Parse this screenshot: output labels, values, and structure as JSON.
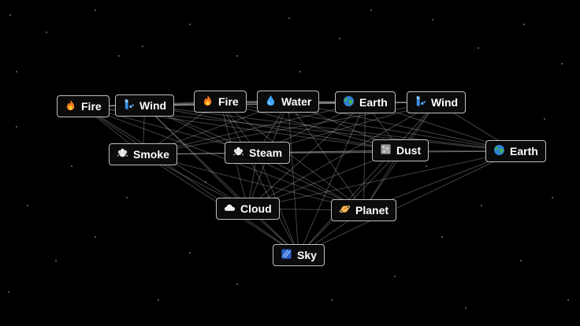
{
  "canvas": {
    "background": "#000000",
    "edge_color": "#cfcfcf"
  },
  "elements": [
    {
      "id": "fire1",
      "label": "Fire",
      "icon": "fire-icon"
    },
    {
      "id": "wind1",
      "label": "Wind",
      "icon": "wind-icon"
    },
    {
      "id": "fire2",
      "label": "Fire",
      "icon": "fire-icon"
    },
    {
      "id": "water",
      "label": "Water",
      "icon": "water-drop-icon"
    },
    {
      "id": "earth1",
      "label": "Earth",
      "icon": "globe-icon"
    },
    {
      "id": "wind2",
      "label": "Wind",
      "icon": "wind-icon"
    },
    {
      "id": "smoke",
      "label": "Smoke",
      "icon": "smoke-icon"
    },
    {
      "id": "steam",
      "label": "Steam",
      "icon": "steam-icon"
    },
    {
      "id": "dust",
      "label": "Dust",
      "icon": "dust-icon"
    },
    {
      "id": "earth2",
      "label": "Earth",
      "icon": "globe-icon"
    },
    {
      "id": "cloud",
      "label": "Cloud",
      "icon": "cloud-icon"
    },
    {
      "id": "planet",
      "label": "Planet",
      "icon": "planet-icon"
    },
    {
      "id": "sky",
      "label": "Sky",
      "icon": "sky-icon"
    }
  ]
}
